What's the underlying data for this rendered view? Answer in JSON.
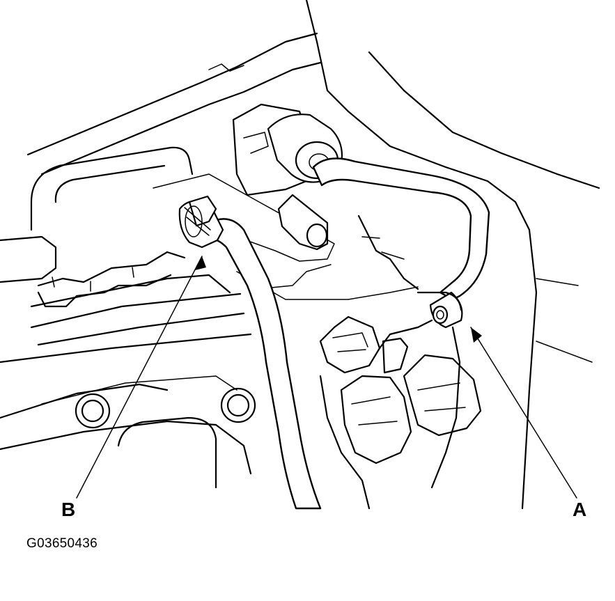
{
  "callouts": {
    "a": "A",
    "b": "B"
  },
  "figure_code": "G03650436",
  "colors": {
    "line": "#000000",
    "background": "#ffffff"
  }
}
